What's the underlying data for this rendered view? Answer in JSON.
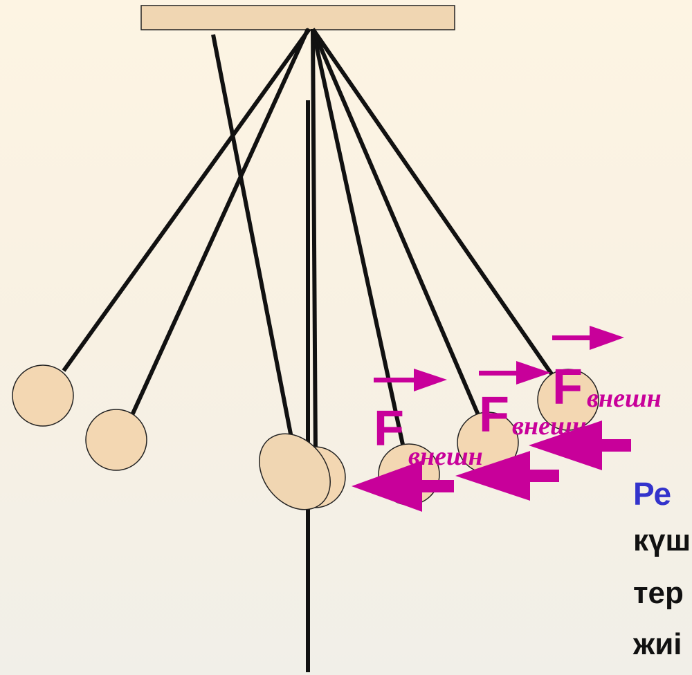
{
  "colors": {
    "support": "#f0d6b2",
    "bob": "#f3d7b2",
    "string": "#111111",
    "force": "#c8009a",
    "caption_head": "#3333cc",
    "caption_text": "#111111"
  },
  "force_labels": [
    {
      "letter": "F",
      "subscript": "внешн"
    },
    {
      "letter": "F",
      "subscript": "внешн"
    },
    {
      "letter": "F",
      "subscript": "внешн"
    }
  ],
  "caption": {
    "heading": "Ре",
    "lines": [
      "күш",
      "тер",
      "жиі"
    ]
  }
}
